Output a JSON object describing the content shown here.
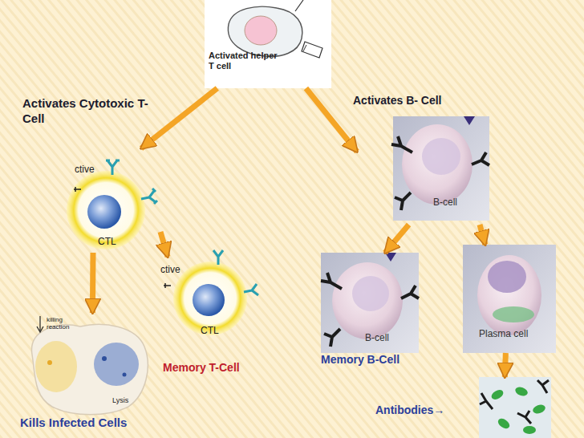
{
  "diagram": {
    "nodes": [
      {
        "text": [
          "Activated helper T cell"
        ]
      },
      {
        "text": [
          "ctive",
          "CTL"
        ]
      },
      {
        "text": [
          "B-cell"
        ]
      },
      {
        "text": [
          "killing reaction",
          "Lysis",
          "Kills Infected Cells"
        ]
      },
      {
        "text": [
          "ctive",
          "CTL",
          "Memory T-Cell"
        ]
      },
      {
        "text": [
          "B-cell",
          "Memory B-Cell"
        ]
      },
      {
        "text": [
          "Plasma cell"
        ]
      },
      {
        "text": [
          "Antibodies→"
        ]
      }
    ],
    "edges": [
      {
        "from": 0,
        "to": 1,
        "arrow": "to",
        "label": "Activates Cytotoxic T- Cell"
      },
      {
        "from": 0,
        "to": 2,
        "arrow": "to",
        "label": "Activates B- Cell"
      },
      {
        "from": 1,
        "to": 3,
        "arrow": "to"
      },
      {
        "from": 1,
        "to": 4,
        "arrow": "to"
      },
      {
        "from": 2,
        "to": 5,
        "arrow": "to"
      },
      {
        "from": 2,
        "to": 6,
        "arrow": "to"
      },
      {
        "from": 6,
        "to": 7,
        "arrow": "to"
      }
    ]
  }
}
